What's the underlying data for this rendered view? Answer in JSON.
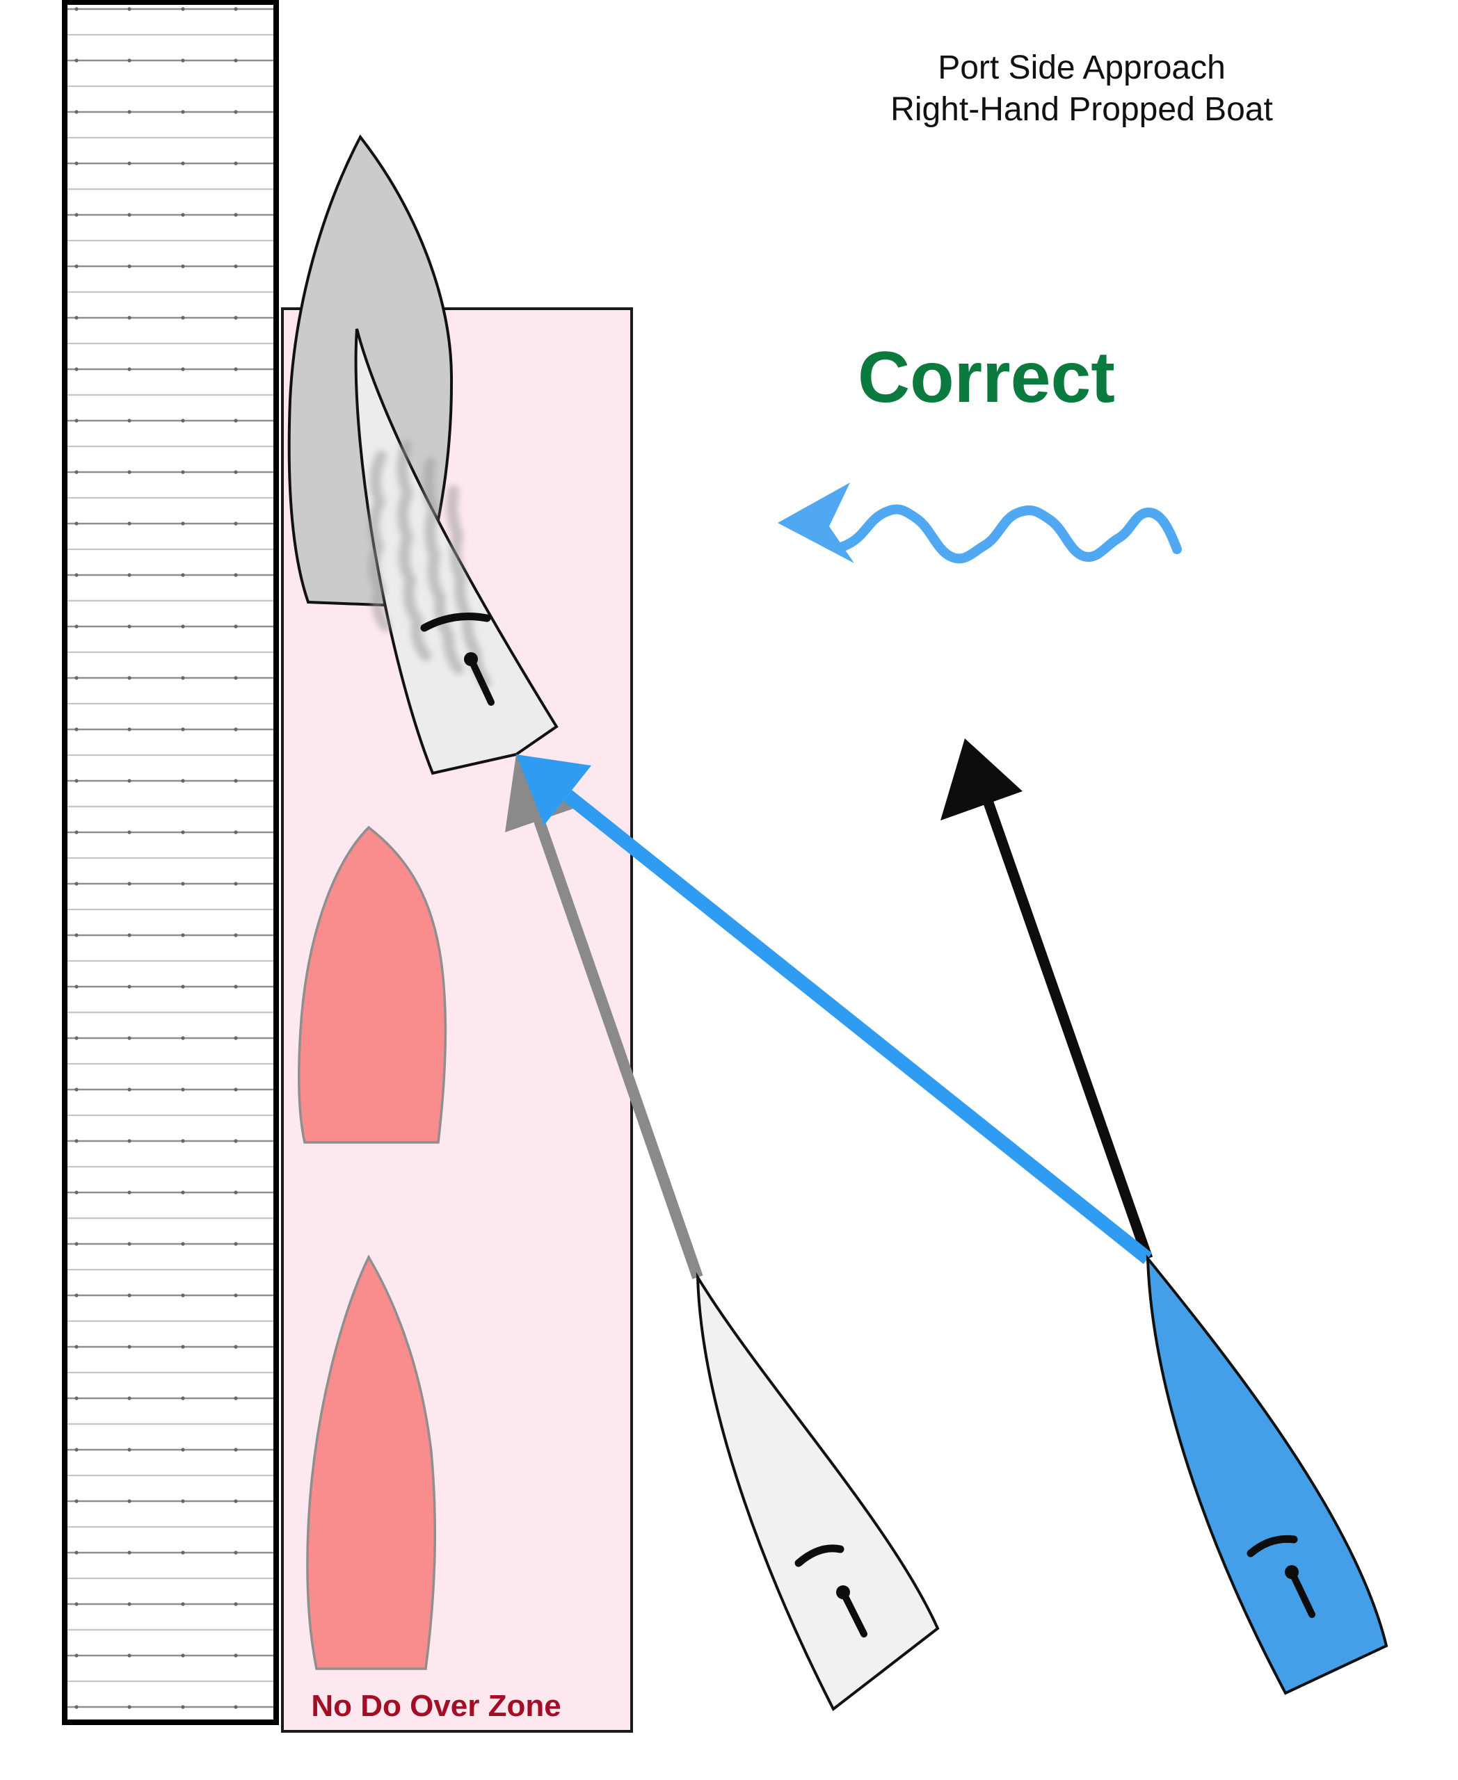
{
  "title": {
    "line1": "Port Side Approach",
    "line2": "Right-Hand Propped Boat"
  },
  "verdict": {
    "label": "Correct",
    "color": "#0a7a3e"
  },
  "no_do_over_zone": {
    "label": "No Do Over Zone",
    "label_color": "#a30d26",
    "fill": "#fce8ee",
    "border_color": "#1a1a1a"
  },
  "dock": {
    "fill": "#ffffff",
    "border_color": "#000000",
    "plank_line_dark": "#8f8f8f",
    "plank_line_light": "#c4c4c4",
    "nail_color": "#666666"
  },
  "boats": {
    "docked_outer": {
      "label": "docked boat outer hull",
      "fill": "#cbcbcb"
    },
    "docked_inner": {
      "label": "docked boat at slip",
      "fill": "#ececec",
      "prop_wash_color": "#9c9c9c"
    },
    "moored_red_upper": {
      "label": "occupied slip boat",
      "fill": "#f98c8c",
      "outline": "#8f8f8f"
    },
    "moored_red_lower": {
      "label": "occupied slip boat",
      "fill": "#f98c8c",
      "outline": "#8f8f8f"
    },
    "approaching_white": {
      "label": "alternate approach boat",
      "fill": "#f1f1f1"
    },
    "approaching_blue": {
      "label": "approaching boat",
      "fill": "#459fe8"
    }
  },
  "arrows": {
    "wind_wave": {
      "color": "#4fa8f1",
      "direction": "left"
    },
    "approach_path_blue": {
      "color": "#2f9cf2"
    },
    "approach_path_gray": {
      "color": "#8a8a8a"
    },
    "momentum_black": {
      "color": "#0d0d0d"
    }
  }
}
